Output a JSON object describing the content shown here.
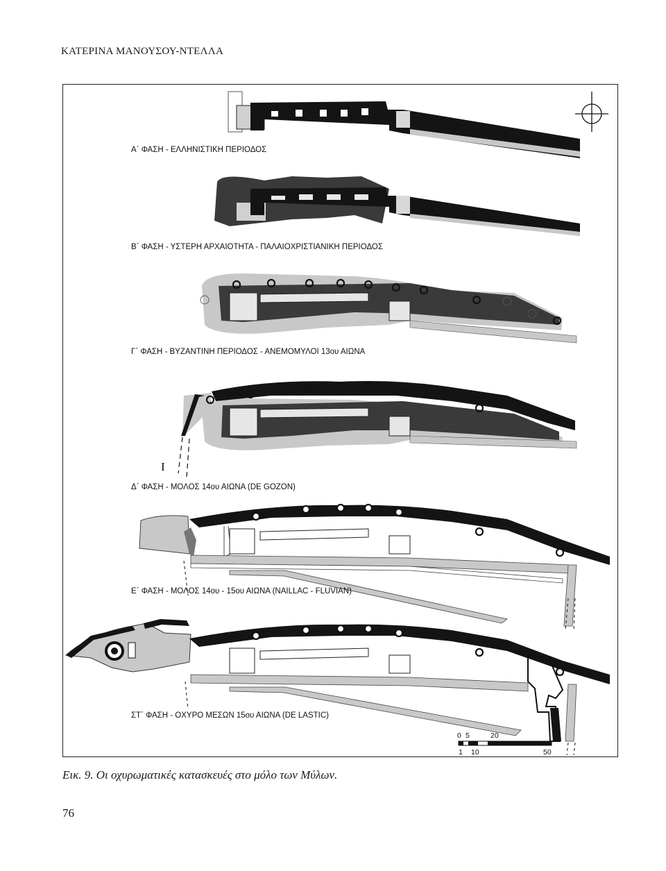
{
  "running_head": "ΚΑΤΕΡΙΝΑ ΜΑΝΟΥΣΟΥ-ΝΤΕΛΛΑ",
  "figure": {
    "phases": [
      "Α΄ ΦΑΣΗ - ΕΛΛΗΝΙΣΤΙΚΗ ΠΕΡΙΟΔΟΣ",
      "Β΄ ΦΑΣΗ - ΥΣΤΕΡΗ ΑΡΧΑΙΟΤΗΤΑ - ΠΑΛΑΙΟΧΡΙΣΤΙΑΝΙΚΗ ΠΕΡΙΟΔΟΣ",
      "Γ΄ ΦΑΣΗ - ΒΥΖΑΝΤΙΝΗ ΠΕΡΙΟΔΟΣ - ΑΝΕΜΟΜΥΛΟΙ 13ου ΑΙΩΝΑ",
      "Δ΄ ΦΑΣΗ - ΜΟΛΟΣ 14ου ΑΙΩΝΑ (DE GOZON)",
      "Ε΄ ΦΑΣΗ - ΜΟΛΟΣ 14ου - 15ου ΑΙΩΝΑ (NAILLAC - FLUVIAN)",
      "ΣΤ΄ ΦΑΣΗ - ΟΧΥΡΟ ΜΕΣΩΝ 15ου ΑΙΩΝΑ (DE LASTIC)"
    ],
    "section_mark": "I",
    "scale_bar": {
      "top_labels": [
        "0",
        "5",
        "20"
      ],
      "bottom_labels": [
        "1",
        "10",
        "50"
      ]
    }
  },
  "caption": "Εικ. 9. Οι οχυρωματικές κατασκευές στο μόλο των Μύλων.",
  "page_number": "76",
  "colors": {
    "wall": "#141414",
    "ground": "#c8c8c8",
    "vegetation": "#3a3a3a",
    "frame": "#222222"
  }
}
